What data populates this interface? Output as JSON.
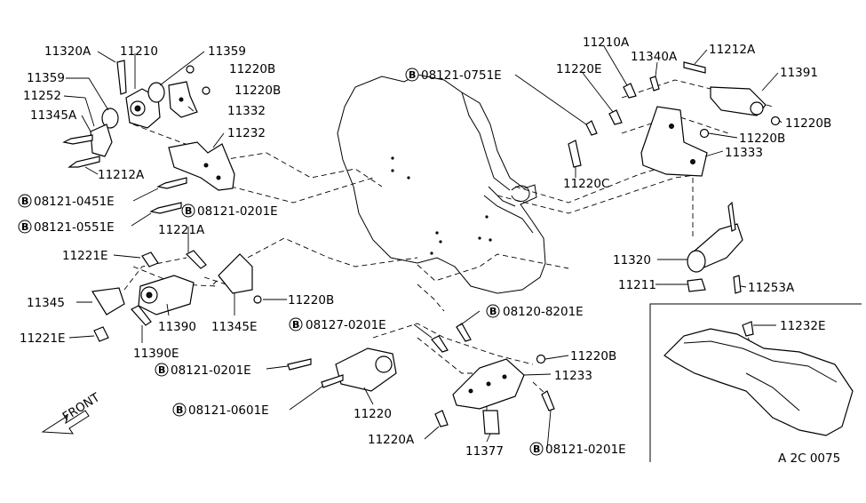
{
  "labels": {
    "l_11320A": "11320A",
    "l_11210": "11210",
    "l_11359_a": "11359",
    "l_11359_b": "11359",
    "l_11220B_1": "11220B",
    "l_11220B_2": "11220B",
    "l_11252": "11252",
    "l_11345A": "11345A",
    "l_11332": "11332",
    "l_11232": "11232",
    "l_11212A_left": "11212A",
    "l_0451E": "08121-0451E",
    "l_0551E": "08121-0551E",
    "l_0201E_a": "08121-0201E",
    "l_11221A": "11221A",
    "l_11221E_a": "11221E",
    "l_11345": "11345",
    "l_11221E_b": "11221E",
    "l_11390": "11390",
    "l_11390E": "11390E",
    "l_11345E": "11345E",
    "l_11220B_3": "11220B",
    "l_0751E": "08121-0751E",
    "l_11210A": "11210A",
    "l_11220E": "11220E",
    "l_11340A": "11340A",
    "l_11212A_right": "11212A",
    "l_11391": "11391",
    "l_11220B_4": "11220B",
    "l_11220B_5": "11220B",
    "l_11333": "11333",
    "l_11220C": "11220C",
    "l_11320": "11320",
    "l_11211": "11211",
    "l_11253A": "11253A",
    "l_08127": "08127-0201E",
    "l_08120": "08120-8201E",
    "l_11220B_6": "11220B",
    "l_11233": "11233",
    "l_0201E_b": "08121-0201E",
    "l_0601E": "08121-0601E",
    "l_11220": "11220",
    "l_11220A": "11220A",
    "l_11377": "11377",
    "l_0201E_c": "08121-0201E",
    "l_11232E": "11232E",
    "front": "FRONT",
    "diagram_code": "A  2C 0075"
  },
  "bolt_prefix": "B"
}
